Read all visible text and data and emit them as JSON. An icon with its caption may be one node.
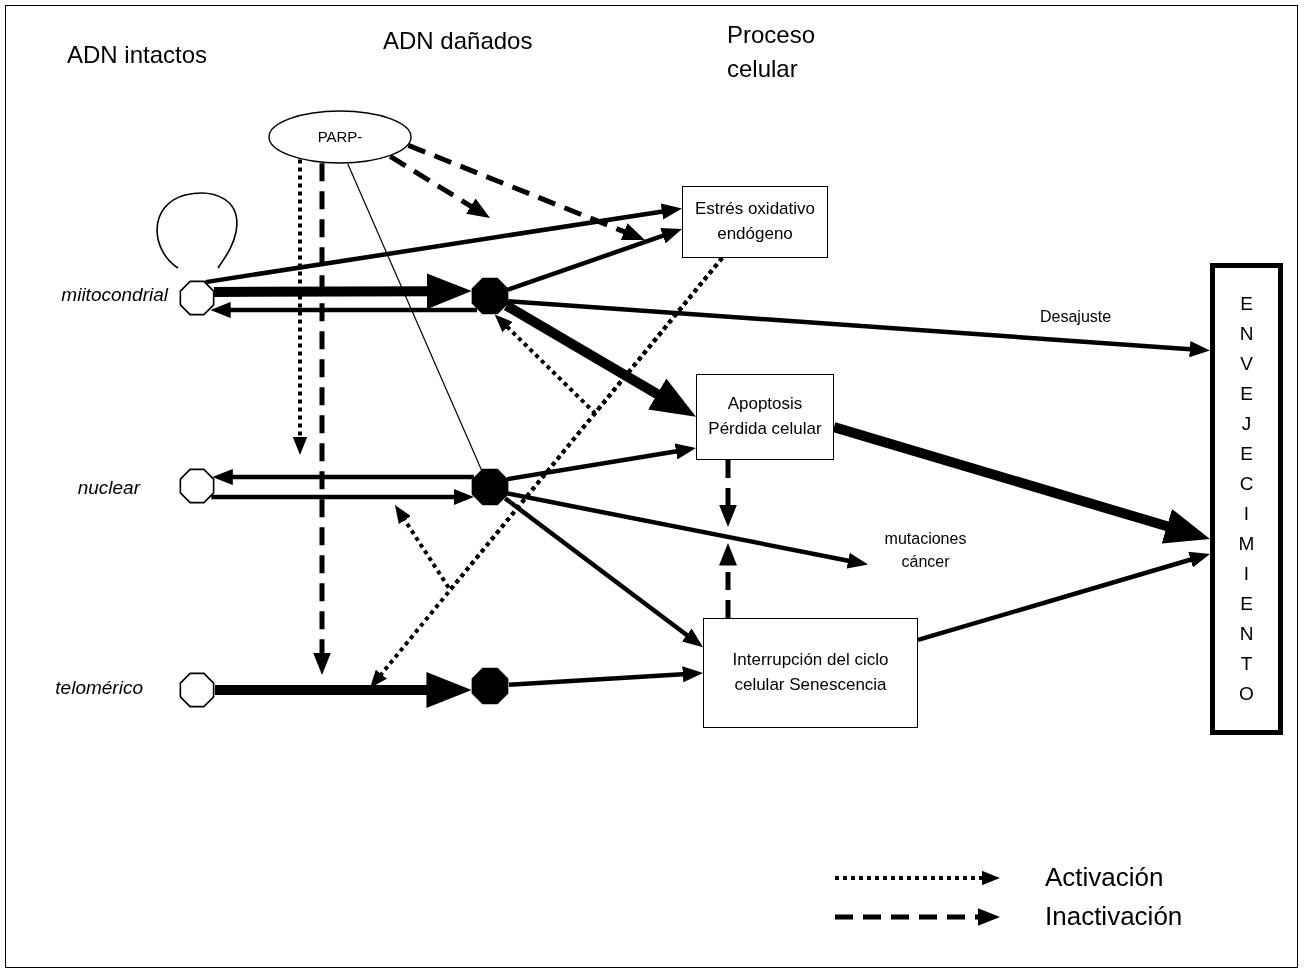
{
  "diagram": {
    "nodes": [
      {
        "text": [
          "PARP-"
        ]
      },
      {
        "text": [],
        "shape": "octagon",
        "beside": [
          "miitocondrial"
        ]
      },
      {
        "text": [],
        "shape": "octagon",
        "beside": [
          "nuclear"
        ]
      },
      {
        "text": [],
        "shape": "octagon",
        "beside": [
          "telomérico"
        ]
      },
      {
        "text": [],
        "shape": "octagon"
      },
      {
        "text": [],
        "shape": "octagon"
      },
      {
        "text": [],
        "shape": "octagon"
      },
      {
        "text": [
          "Estrés oxidativo endógeno"
        ]
      },
      {
        "text": [
          "Apoptosis Pérdida celular"
        ]
      },
      {
        "text": [
          "Interrupción del ciclo celular Senescencia"
        ]
      },
      {
        "text": [
          "mutaciones cáncer"
        ]
      },
      {
        "text": [
          "ENVEJECIMIENTO"
        ]
      }
    ],
    "edges": [
      {
        "from": 1,
        "to": 4,
        "arrow": "to",
        "style": "thick"
      },
      {
        "from": 4,
        "to": 1,
        "arrow": "to"
      },
      {
        "from": 1,
        "to": 7,
        "arrow": "to"
      },
      {
        "from": 4,
        "to": 7,
        "arrow": "to"
      },
      {
        "from": 0,
        "to": null,
        "arrow": "to",
        "style": "dashed"
      },
      {
        "from": 0,
        "to": null,
        "arrow": "to",
        "style": "dashed"
      },
      {
        "from": 0,
        "to": null,
        "arrow": "to",
        "style": "dashed"
      },
      {
        "from": 0,
        "to": null,
        "arrow": "to",
        "style": "dashed"
      },
      {
        "from": 0,
        "to": 5,
        "arrow": "none"
      },
      {
        "from": 4,
        "to": 8,
        "arrow": "to",
        "style": "thick"
      },
      {
        "from": 4,
        "to": 11,
        "arrow": "to",
        "label": "Desajuste"
      },
      {
        "from": 7,
        "to": null,
        "arrow": "to",
        "style": "dashed"
      },
      {
        "from": 7,
        "to": 4,
        "arrow": "to",
        "style": "dashed"
      },
      {
        "from": 7,
        "to": null,
        "arrow": "to",
        "style": "dashed"
      },
      {
        "from": 5,
        "to": 2,
        "arrow": "to"
      },
      {
        "from": 2,
        "to": 5,
        "arrow": "to"
      },
      {
        "from": 5,
        "to": 8,
        "arrow": "to"
      },
      {
        "from": 5,
        "to": 10,
        "arrow": "to"
      },
      {
        "from": 5,
        "to": 9,
        "arrow": "to"
      },
      {
        "from": 3,
        "to": 6,
        "arrow": "to",
        "style": "thick"
      },
      {
        "from": 6,
        "to": 9,
        "arrow": "to"
      },
      {
        "from": 8,
        "to": null,
        "arrow": "to",
        "style": "dashed"
      },
      {
        "from": 9,
        "to": null,
        "arrow": "to",
        "style": "dashed"
      },
      {
        "from": 8,
        "to": 11,
        "arrow": "to",
        "style": "thick"
      },
      {
        "from": 9,
        "to": 11,
        "arrow": "to"
      }
    ],
    "labels": [
      "ADN intactos",
      "ADN dañados",
      "Proceso celular"
    ],
    "legend": [
      {
        "text": "Activación"
      },
      {
        "text": "Inactivación"
      }
    ]
  }
}
